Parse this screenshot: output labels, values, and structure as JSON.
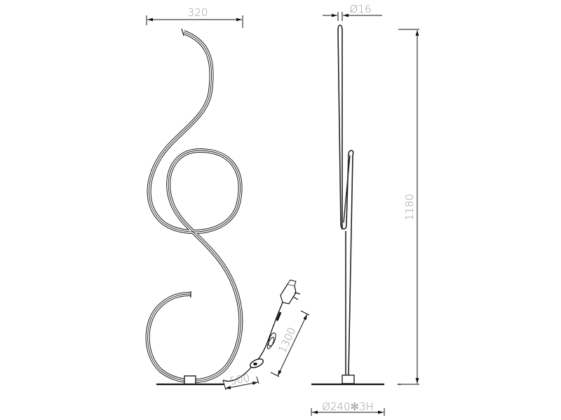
{
  "drawing": {
    "type": "technical dimension drawing",
    "subject": "sculptural LED floor lamp",
    "views": [
      "front-view",
      "side-view"
    ],
    "line_color": "#1a1a1a",
    "dimension_text_color": "#9a9a9a",
    "background": "#ffffff"
  },
  "dimensions": {
    "width": "320",
    "tube_diameter": "Ø16",
    "height": "1180",
    "base": "Ø240✻3H",
    "cable_to_switch": "500",
    "cable_to_plug": "1300"
  },
  "components": {
    "front_view": [
      "lamp-body-curve",
      "base-plate",
      "base-joint",
      "inline-switch",
      "power-cable",
      "plug-adapter"
    ],
    "side_view": [
      "vertical-tube",
      "loop-segment",
      "base-plate",
      "base-joint"
    ]
  }
}
